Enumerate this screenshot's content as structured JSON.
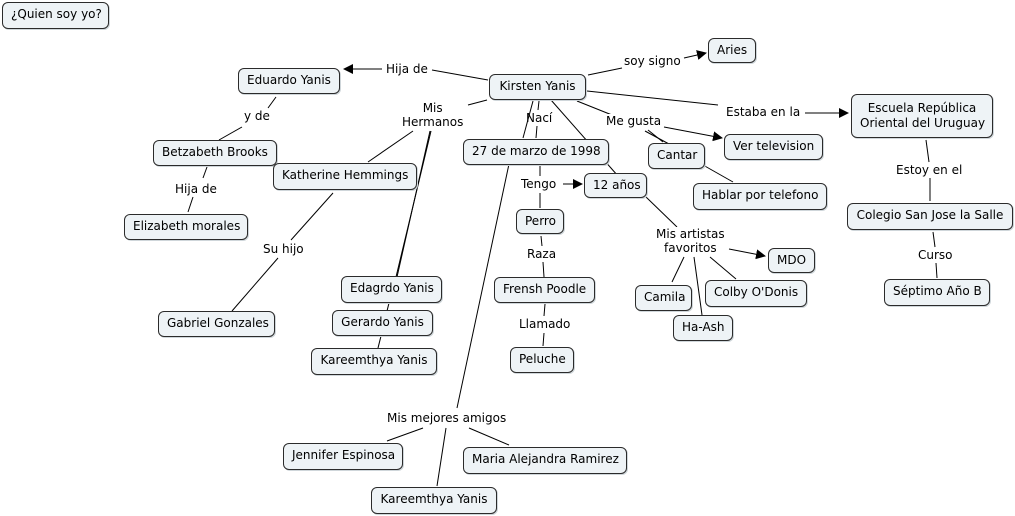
{
  "title": "¿Quien soy yo?",
  "concepts": {
    "kirsten": "Kirsten Yanis",
    "aries": "Aries",
    "eduardo": "Eduardo Yanis",
    "betzabeth": "Betzabeth Brooks",
    "elizabeth": "Elizabeth morales",
    "katherine": "Katherine Hemmings",
    "gabriel": "Gabriel Gonzales",
    "edagrdo": "Edagrdo Yanis",
    "gerardo": "Gerardo Yanis",
    "kareemthya1": "Kareemthya Yanis",
    "fecha": "27 de marzo de 1998",
    "edad": "12 años",
    "perro": "Perro",
    "poodle": "Frensh Poodle",
    "peluche": "Peluche",
    "cantar": "Cantar",
    "tv": "Ver television",
    "telefono": "Hablar por telefono",
    "mdo": "MDO",
    "camila": "Camila",
    "colby": "Colby O'Donis",
    "haash": "Ha-Ash",
    "escuela_l1": "Escuela República",
    "escuela_l2": "Oriental del Uruguay",
    "colegio": "Colegio San Jose la Salle",
    "septimo": "Séptimo Año B",
    "jennifer": "Jennifer Espinosa",
    "maria": "Maria Alejandra Ramirez",
    "kareemthya2": "Kareemthya Yanis"
  },
  "linking_phrases": {
    "hija_de_1": "Hija de",
    "y_de": "y de",
    "hija_de_2": "Hija de",
    "soy_signo": "soy signo",
    "mis_hermanos_l1": "Mis",
    "mis_hermanos_l2": "Hermanos",
    "naci": "Nací",
    "me_gusta": "Me gusta",
    "estaba_en_la": "Estaba en la",
    "su_hijo": "Su hijo",
    "tengo": "Tengo",
    "raza": "Raza",
    "llamado": "Llamado",
    "mis_artistas_l1": "Mis artistas",
    "mis_artistas_l2": "favoritos",
    "estoy_en_el": "Estoy en el",
    "curso": "Curso",
    "mis_mejores_amigos": "Mis mejores amigos"
  },
  "colors": {
    "node_fill": "#eef3f6",
    "node_border": "#2b2b2b",
    "line": "#000000"
  }
}
